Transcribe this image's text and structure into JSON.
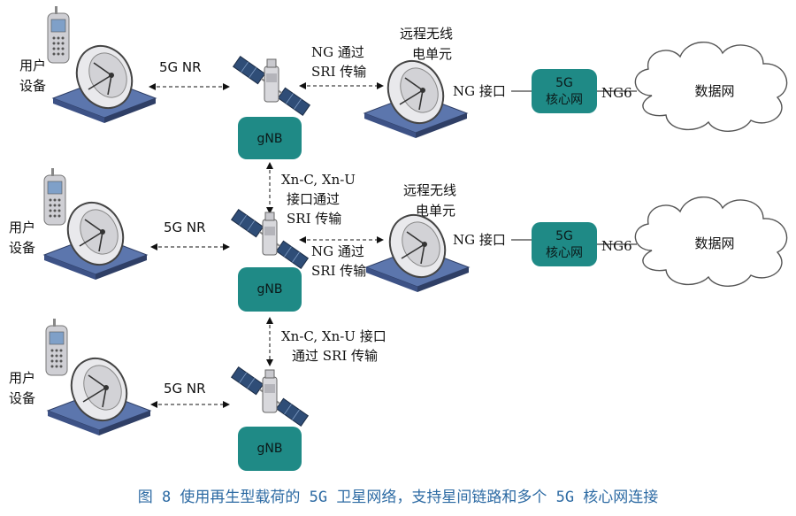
{
  "colors": {
    "gnb_box": "#1f8a86",
    "core_box": "#1f8a86",
    "caption": "#2c6aa3",
    "platform": "#5c76ad"
  },
  "rows": [
    {
      "user_label": [
        "用户",
        "设备"
      ],
      "link_label": "5G NR",
      "gnb_label": "gNB",
      "sri_label": [
        "NG 通过",
        "SRI 传输"
      ],
      "remote_label": [
        "远程无线",
        "电单元"
      ],
      "ng_label": "NG 接口",
      "core_label": [
        "5G",
        "核心网"
      ],
      "ng6_label": "NG6",
      "network_label": "数据网"
    },
    {
      "user_label": [
        "用户",
        "设备"
      ],
      "link_label": "5G NR",
      "gnb_label": "gNB",
      "sri_label": [
        "NG 通过",
        "SRI 传输"
      ],
      "remote_label": [
        "远程无线",
        "电单元"
      ],
      "ng_label": "NG 接口",
      "core_label": [
        "5G",
        "核心网"
      ],
      "ng6_label": "NG6",
      "network_label": "数据网"
    },
    {
      "user_label": [
        "用户",
        "设备"
      ],
      "link_label": "5G NR",
      "gnb_label": "gNB"
    }
  ],
  "isl_1": [
    "Xn-C, Xn-U",
    "接口通过",
    "SRI 传输"
  ],
  "isl_2": [
    "Xn-C, Xn-U 接口",
    "通过 SRI 传输"
  ],
  "caption": "图 8 使用再生型载荷的 5G 卫星网络，支持星间链路和多个 5G 核心网连接"
}
